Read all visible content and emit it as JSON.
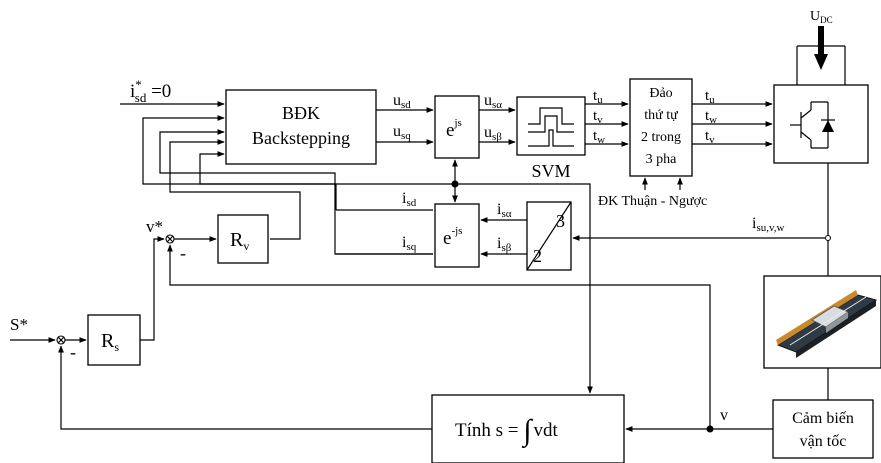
{
  "blocks": {
    "bdk": {
      "line1": "BĐK",
      "line2": "Backstepping"
    },
    "park": {
      "main": "e",
      "sup": "js"
    },
    "inv_park": {
      "main": "e",
      "sup": "-js"
    },
    "svm": {
      "label": "SVM"
    },
    "clarke": {
      "top": "3",
      "bottom": "2"
    },
    "reorder": {
      "lines": [
        "Đảo",
        "thứ tự",
        "2 trong",
        "3 pha"
      ]
    },
    "rv": {
      "main": "R",
      "sub": "v"
    },
    "rs": {
      "main": "R",
      "sub": "s"
    },
    "calc": {
      "prefix": "Tính  s = ",
      "integral": "∫",
      "suffix": "vdt"
    },
    "sensor": {
      "line1": "Cảm biến",
      "line2": "vận tốc"
    }
  },
  "signals": {
    "isd_ref": {
      "main": "i",
      "sup": "*",
      "sub": "sd",
      "tail": " =0"
    },
    "usd": {
      "main": "u",
      "sub": "sd"
    },
    "usq": {
      "main": "u",
      "sub": "sq"
    },
    "usalpha": {
      "main": "u",
      "sub": "sα"
    },
    "usbeta": {
      "main": "u",
      "sub": "sβ"
    },
    "t_svm_top": "t",
    "t_svm_top_sub": "u",
    "t_svm_mid": "t",
    "t_svm_mid_sub": "v",
    "t_svm_bot": "t",
    "t_svm_bot_sub": "w",
    "t_out_top": "t",
    "t_out_top_sub": "u",
    "t_out_mid": "t",
    "t_out_mid_sub": "w",
    "t_out_bot": "t",
    "t_out_bot_sub": "v",
    "isd": {
      "main": "i",
      "sub": "sd"
    },
    "isq": {
      "main": "i",
      "sub": "sq"
    },
    "isalpha": {
      "main": "i",
      "sub": "sα"
    },
    "isbeta": {
      "main": "i",
      "sub": "sβ"
    },
    "isuvw": {
      "main": "i",
      "sub": "su,v,w"
    },
    "v_ref": "v*",
    "s_ref": "S*",
    "v": "v",
    "udc": {
      "main": "U",
      "sub": "DC"
    },
    "minus1": "-",
    "minus2": "-",
    "direction": "ĐK Thuận - Ngược"
  }
}
